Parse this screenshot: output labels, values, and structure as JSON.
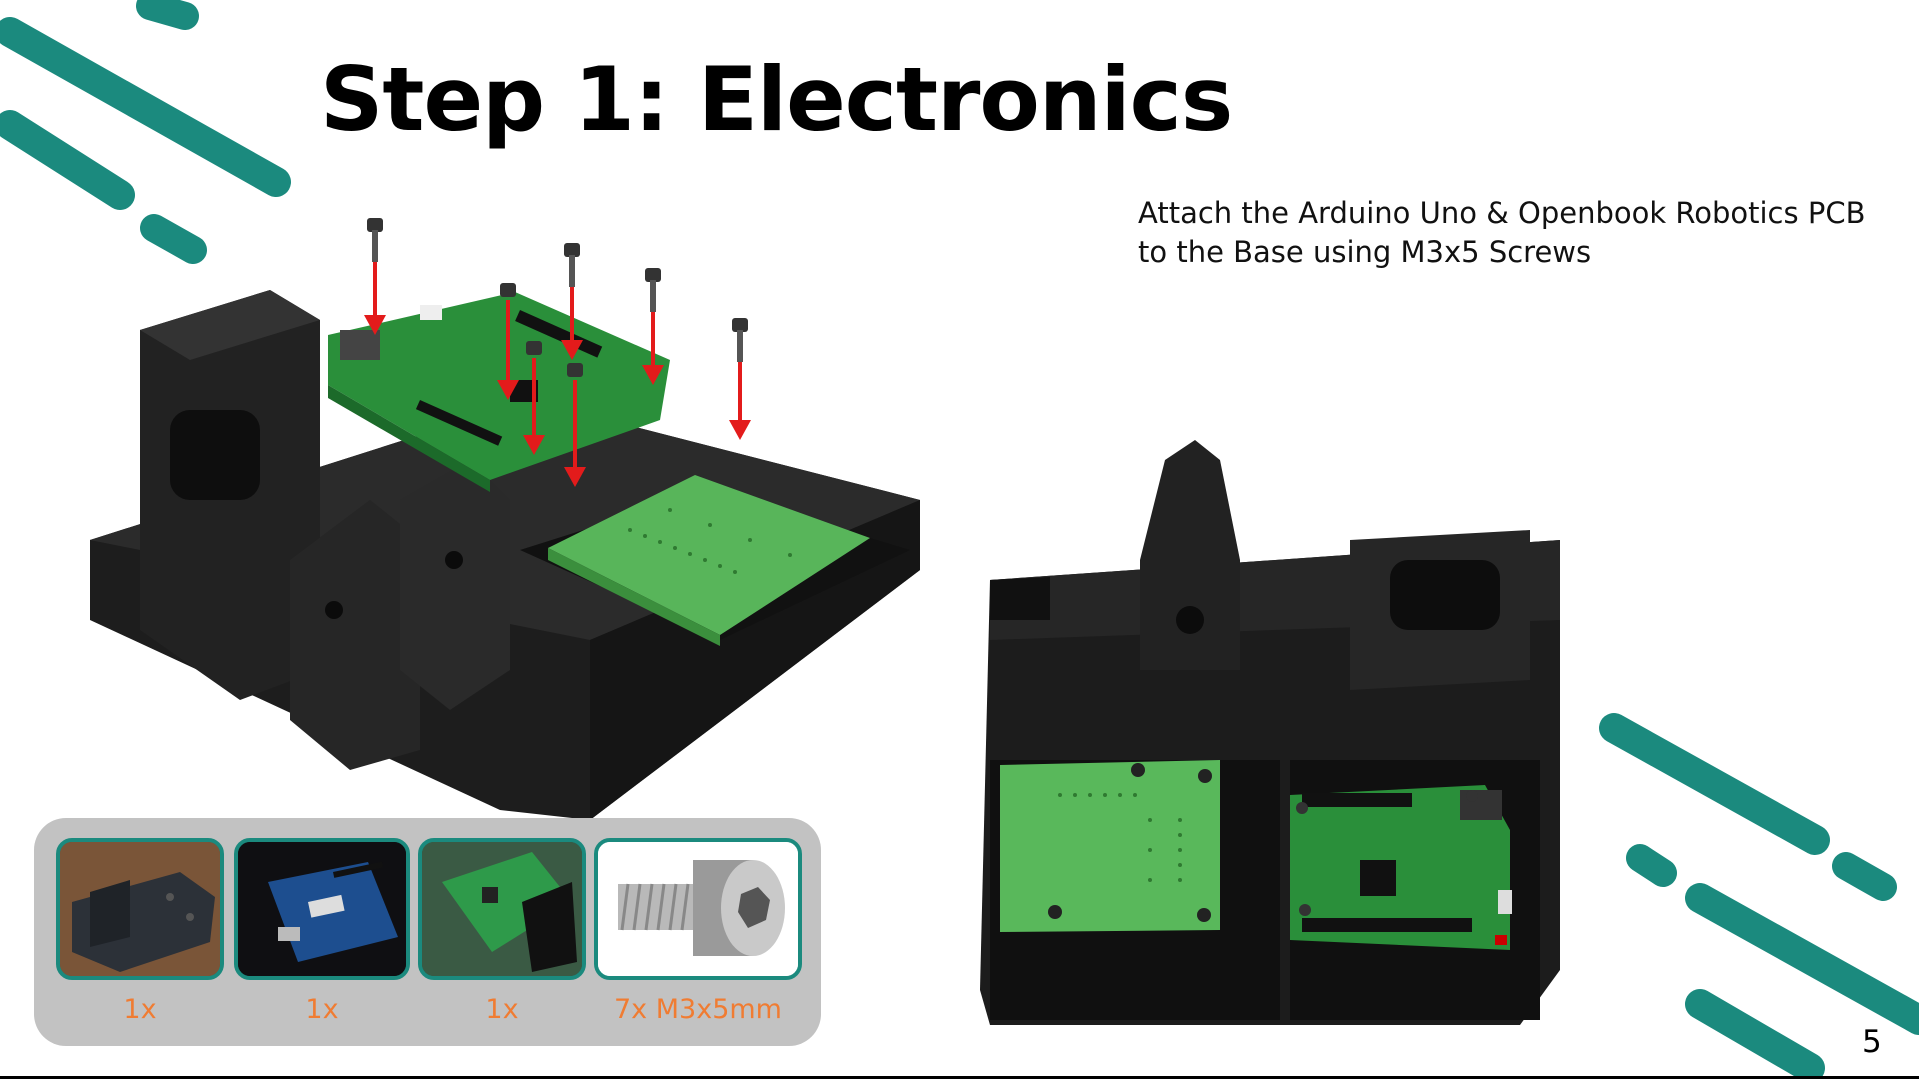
{
  "slide": {
    "title": "Step 1: Electronics",
    "instructions": "Attach the Arduino Uno & Openbook Robotics PCB to the Base using M3x5 Screws",
    "page_number": "5",
    "accent_color": "#1b8a7e",
    "quantity_color": "#f07c32"
  },
  "parts": [
    {
      "name": "base-photo",
      "qty": "1x"
    },
    {
      "name": "arduino-uno-photo",
      "qty": "1x"
    },
    {
      "name": "openbook-pcb-photo",
      "qty": "1x"
    },
    {
      "name": "m3x5-screw-render",
      "qty": "7x M3x5mm"
    }
  ]
}
